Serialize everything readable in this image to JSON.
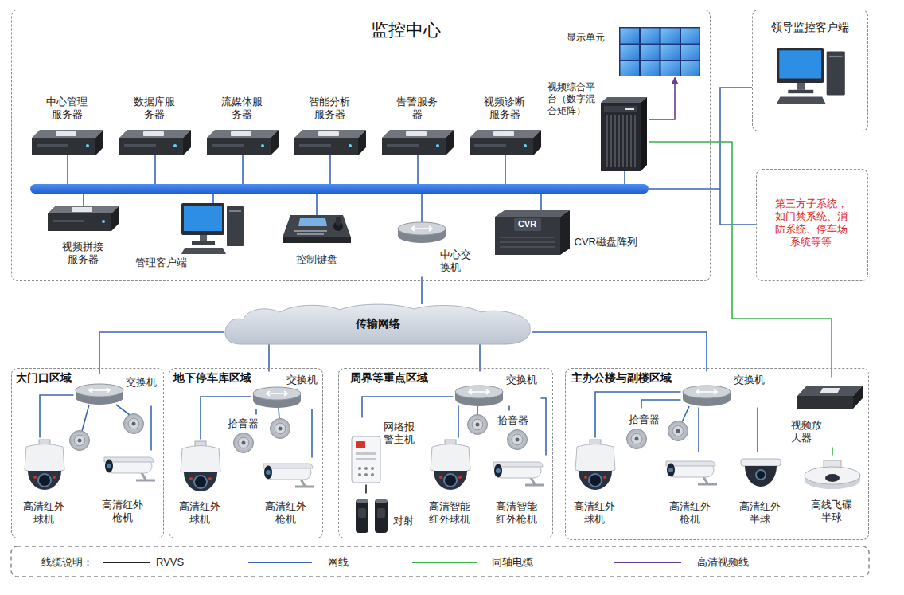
{
  "diagram": {
    "nodes": [
      {
        "text": [
          "监控中心"
        ]
      },
      {
        "text": [
          "中心管理 服务器"
        ],
        "in": 0
      },
      {
        "text": [
          "数据库服 务器"
        ],
        "in": 0
      },
      {
        "text": [
          "流媒体服 务器"
        ],
        "in": 0
      },
      {
        "text": [
          "智能分析 服务器"
        ],
        "in": 0
      },
      {
        "text": [
          "告警服务 器"
        ],
        "in": 0
      },
      {
        "text": [
          "视频诊断 服务器"
        ],
        "in": 0
      },
      {
        "text": [
          "视频综合平 台（数字混 合矩阵）"
        ],
        "in": 0
      },
      {
        "text": [
          "显示单元"
        ],
        "in": 0
      },
      {
        "text": [
          "视频拼接 服务器"
        ],
        "in": 0
      },
      {
        "text": [
          "管理客户端"
        ],
        "in": 0
      },
      {
        "text": [
          "控制键盘"
        ],
        "in": 0
      },
      {
        "text": [
          "中心交 换机"
        ],
        "in": 0
      },
      {
        "text": [
          "CVR",
          "CVR磁盘阵列"
        ],
        "in": 0
      },
      {
        "text": [
          "领导监控客户端"
        ]
      },
      {
        "text": [
          "第三方子系统， 如门禁系统、消 防系统、停车场 系统等等"
        ]
      },
      {
        "text": [
          "传输网络"
        ]
      },
      {
        "text": [
          "大门口区域"
        ]
      },
      {
        "text": [
          "交换机"
        ],
        "in": 17
      },
      {
        "text": [
          "高清红外 球机"
        ],
        "in": 17
      },
      {
        "text": [
          "高清红外 枪机"
        ],
        "in": 17
      },
      {
        "text": [
          "地下停车库区域"
        ]
      },
      {
        "text": [
          "交换机"
        ],
        "in": 21
      },
      {
        "text": [
          "拾音器"
        ],
        "in": 21
      },
      {
        "text": [
          "高清红外 球机"
        ],
        "in": 21
      },
      {
        "text": [
          "高清红外 枪机"
        ],
        "in": 21
      },
      {
        "text": [
          "周界等重点区域"
        ]
      },
      {
        "text": [
          "交换机"
        ],
        "in": 26
      },
      {
        "text": [
          "网络报 警主机"
        ],
        "in": 26
      },
      {
        "text": [
          "对射"
        ],
        "in": 26
      },
      {
        "text": [
          "拾音器"
        ],
        "in": 26
      },
      {
        "text": [
          "高清智能 红外球机"
        ],
        "in": 26
      },
      {
        "text": [
          "高清智能 红外枪机"
        ],
        "in": 26
      },
      {
        "text": [
          "主办公楼与副楼区域"
        ]
      },
      {
        "text": [
          "交换机"
        ],
        "in": 33
      },
      {
        "text": [
          "拾音器"
        ],
        "in": 33
      },
      {
        "text": [
          "高清红外 球机"
        ],
        "in": 33
      },
      {
        "text": [
          "高清红外 枪机"
        ],
        "in": 33
      },
      {
        "text": [
          "高清红外 半球"
        ],
        "in": 33
      },
      {
        "text": [
          "视频放 大器"
        ],
        "in": 33
      },
      {
        "text": [
          "高线飞碟 半球"
        ],
        "in": 33
      }
    ],
    "edges": [
      {
        "from": 7,
        "to": 8,
        "arrow": "to"
      },
      {
        "from": 7,
        "to": 39,
        "arrow": "none"
      },
      {
        "from": 12,
        "to": 16,
        "arrow": "none"
      },
      {
        "from": 16,
        "to": 18,
        "arrow": "none"
      },
      {
        "from": 16,
        "to": 22,
        "arrow": "none"
      },
      {
        "from": 16,
        "to": 27,
        "arrow": "none"
      },
      {
        "from": 16,
        "to": 34,
        "arrow": "none"
      },
      {
        "from": 18,
        "to": 19,
        "arrow": "none"
      },
      {
        "from": 18,
        "to": 20,
        "arrow": "none"
      },
      {
        "from": 22,
        "to": 23,
        "arrow": "none"
      },
      {
        "from": 22,
        "to": 24,
        "arrow": "none"
      },
      {
        "from": 22,
        "to": 25,
        "arrow": "none"
      },
      {
        "from": 27,
        "to": 28,
        "arrow": "none"
      },
      {
        "from": 27,
        "to": 30,
        "arrow": "none"
      },
      {
        "from": 27,
        "to": 31,
        "arrow": "none"
      },
      {
        "from": 27,
        "to": 32,
        "arrow": "none"
      },
      {
        "from": 28,
        "to": 29,
        "arrow": "none"
      },
      {
        "from": 34,
        "to": 35,
        "arrow": "none"
      },
      {
        "from": 34,
        "to": 36,
        "arrow": "none"
      },
      {
        "from": 34,
        "to": 37,
        "arrow": "none"
      },
      {
        "from": 34,
        "to": 38,
        "arrow": "none"
      },
      {
        "from": 39,
        "to": 40,
        "arrow": "none"
      }
    ],
    "labels": [
      "线缆说明："
    ],
    "legend": [
      {
        "text": "RVVS"
      },
      {
        "text": "网线"
      },
      {
        "text": "同轴电缆"
      },
      {
        "text": "高清视频线"
      }
    ]
  }
}
